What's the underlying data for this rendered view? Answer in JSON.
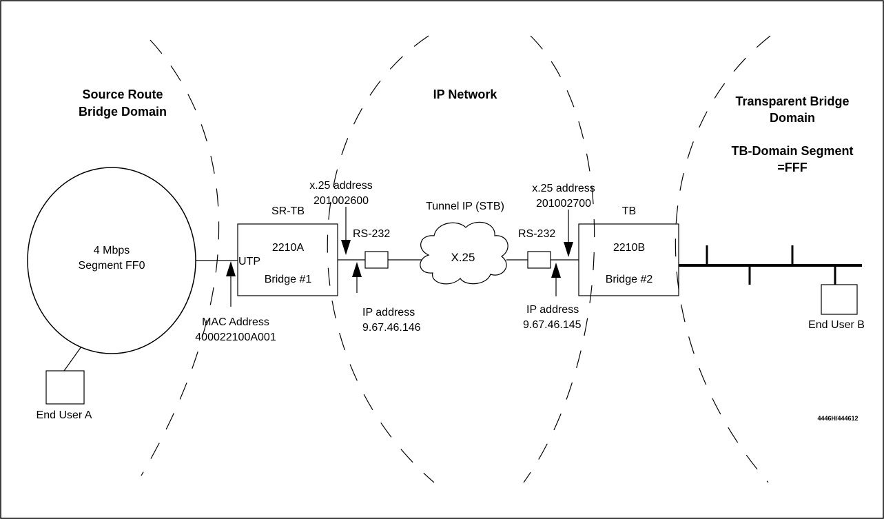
{
  "domains": {
    "source_route_line1": "Source Route",
    "source_route_line2": "Bridge Domain",
    "ip_network": "IP Network",
    "transparent_line1": "Transparent Bridge",
    "transparent_line2": "Domain",
    "tb_segment_line1": "TB-Domain Segment",
    "tb_segment_line2": "=FFF"
  },
  "ring": {
    "line1": "4 Mbps",
    "line2": "Segment FF0"
  },
  "end_user_a": "End User A",
  "end_user_b": "End User B",
  "mac": {
    "line1": "MAC Address",
    "line2": "400022100A001"
  },
  "utp": "UTP",
  "bridge1": {
    "role": "SR-TB",
    "name": "2210A",
    "label": "Bridge #1"
  },
  "bridge2": {
    "role": "TB",
    "name": "2210B",
    "label": "Bridge #2"
  },
  "x25_left": {
    "line1": "x.25 address",
    "line2": "201002600"
  },
  "x25_right": {
    "line1": "x.25 address",
    "line2": "201002700"
  },
  "tunnel": "Tunnel IP (STB)",
  "rs232_left": "RS-232",
  "rs232_right": "RS-232",
  "cloud": "X.25",
  "ip_left": {
    "line1": "IP address",
    "line2": "9.67.46.146"
  },
  "ip_right": {
    "line1": "IP address",
    "line2": "9.67.46.145"
  },
  "figure_id": "4446H/444612"
}
